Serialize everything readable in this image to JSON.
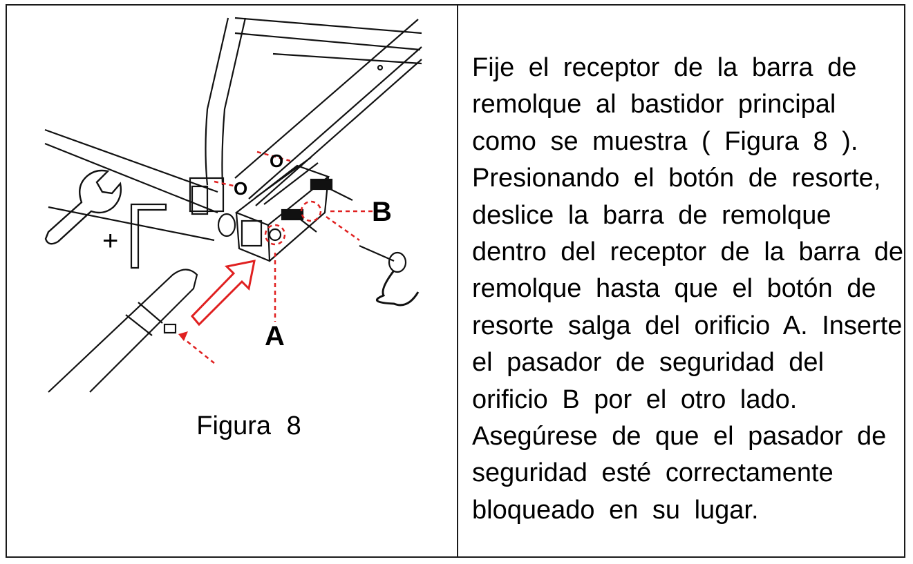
{
  "figure": {
    "caption": "Figura 8",
    "callout_a": "A",
    "callout_b": "B",
    "hole_marker": "O",
    "plus_sign": "+",
    "icons": [
      "wrench-icon",
      "allen-key-icon",
      "direction-arrow-icon"
    ],
    "accent_color": "#e02020"
  },
  "instructions": {
    "lines": [
      "Fije el receptor de la barra de",
      "remolque al bastidor principal",
      "como se muestra ( Figura 8 ).",
      "Presionando el botón de resorte,",
      "deslice la barra de remolque",
      "dentro del receptor de la barra de",
      "remolque hasta que el botón de",
      "resorte salga del orificio A. Inserte",
      "el pasador de seguridad del",
      "orificio B por el otro lado.",
      "Asegúrese de que el pasador de",
      "seguridad esté correctamente",
      "bloqueado en su lugar."
    ]
  }
}
